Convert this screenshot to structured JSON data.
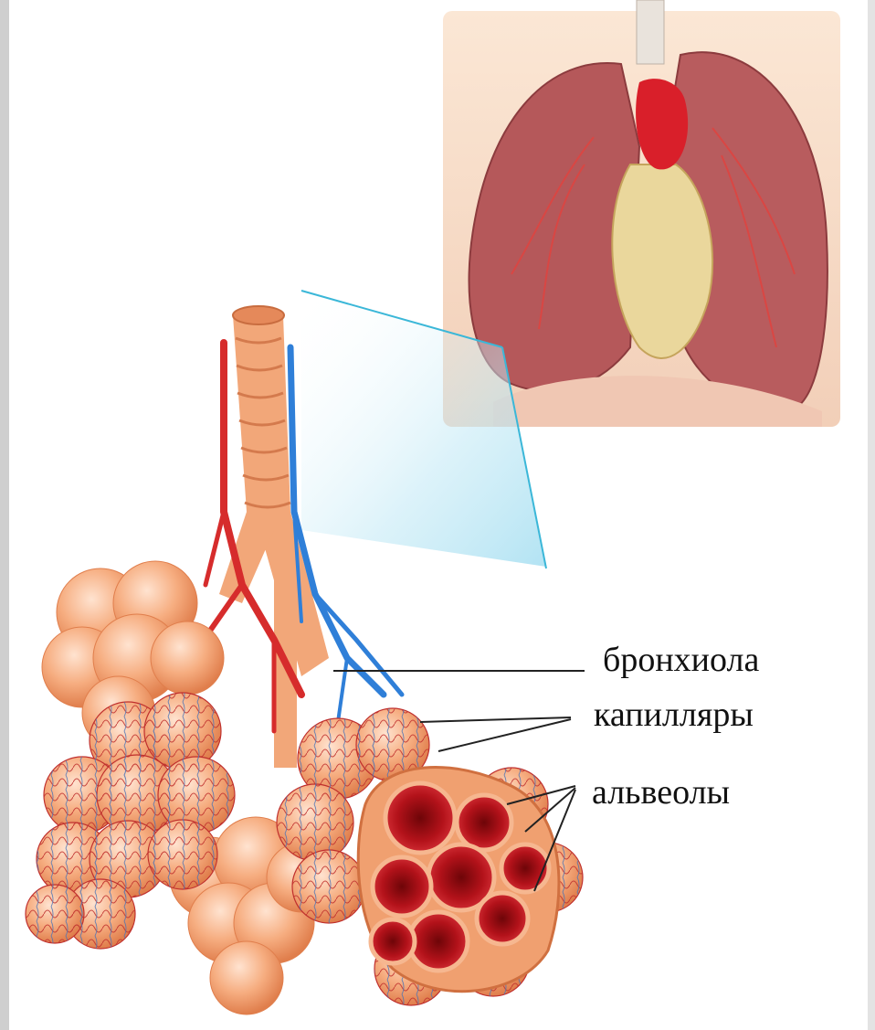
{
  "labels": {
    "bronchiole": "бронхиола",
    "capillaries": "капилляры",
    "alveoli": "альвеолы"
  },
  "colors": {
    "alveolus_fill": "#f4a77a",
    "alveolus_highlight": "#ffd9c2",
    "artery": "#d62c2c",
    "vein": "#2f7fd8",
    "lung": "#b8585a",
    "heart": "#e8d59a",
    "cut_alveolus": "#b3121a",
    "zoom_beam": "#bfe8f5"
  }
}
